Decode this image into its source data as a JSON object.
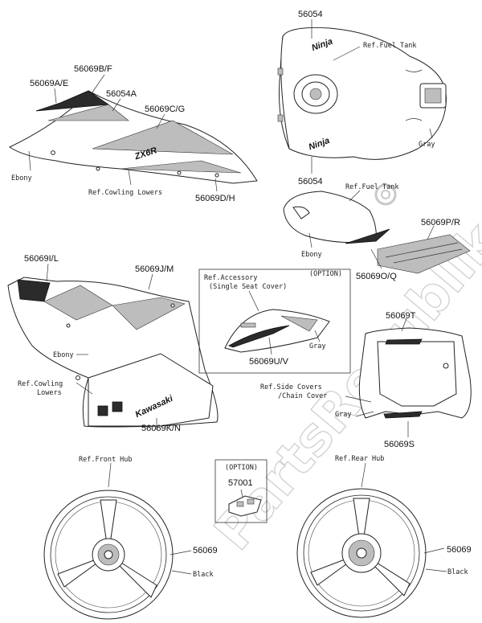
{
  "labels": {
    "p56054_top": "56054",
    "ref_fuel_tank_1": "Ref.Fuel Tank",
    "gray_tank": "Gray",
    "p56054_bottom": "56054",
    "p56069BF": "56069B/F",
    "p56069AE": "56069A/E",
    "p56054A": "56054A",
    "p56069CG": "56069C/G",
    "ebony_1": "Ebony",
    "ref_cowling_lowers_1": "Ref.Cowling Lowers",
    "p56069DH": "56069D/H",
    "ref_fuel_tank_2": "Ref.Fuel Tank",
    "p56069PR": "56069P/R",
    "ebony_2": "Ebony",
    "p56069OQ": "56069O/Q",
    "p56069IL": "56069I/L",
    "p56069JM": "56069J/M",
    "ref_accessory_1": "Ref.Accessory",
    "ref_accessory_2": "(Single Seat Cover)",
    "option_1": "(OPTION)",
    "gray_seat": "Gray",
    "p56069UV": "56069U/V",
    "p56069T": "56069T",
    "ebony_3": "Ebony",
    "ref_cowling_lowers_2a": "Ref.Cowling",
    "ref_cowling_lowers_2b": "Lowers",
    "ref_side_covers_a": "Ref.Side Covers",
    "ref_side_covers_b": "/Chain Cover",
    "gray_tail": "Gray",
    "p56069KN": "56069K/N",
    "p56069S": "56069S",
    "ref_front_hub": "Ref.Front Hub",
    "option_2": "(OPTION)",
    "p57001": "57001",
    "ref_rear_hub": "Ref.Rear Hub",
    "p56069_front": "56069",
    "black_front": "Black",
    "p56069_rear": "56069",
    "black_rear": "Black"
  },
  "decal_text": {
    "zx6r": "ZX6R",
    "ninja_top": "Ninja",
    "ninja_bottom": "Ninja",
    "kawasaki": "Kawasaki"
  },
  "watermark": "PartsRepublik"
}
